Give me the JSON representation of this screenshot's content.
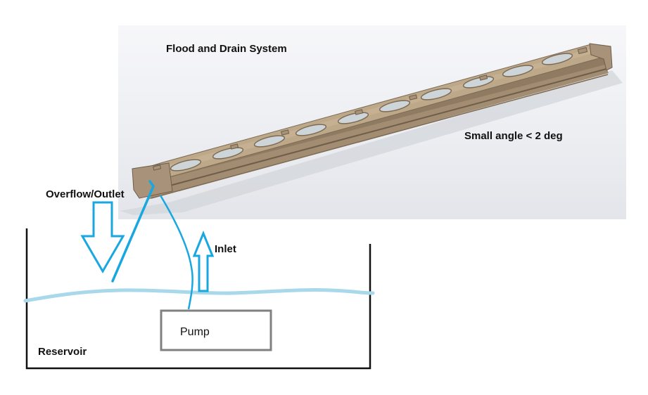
{
  "labels": {
    "title": "Flood and Drain System",
    "angle": "Small angle < 2 deg",
    "overflow": "Overflow/Outlet",
    "inlet": "Inlet",
    "pump": "Pump",
    "reservoir": "Reservoir"
  },
  "colors": {
    "tray_top": "#bda88a",
    "tray_side": "#8f7b62",
    "water": "#a8d8ea",
    "arrow": "#19a7e0",
    "pump_border": "#808080",
    "reservoir_wall": "#111111"
  }
}
